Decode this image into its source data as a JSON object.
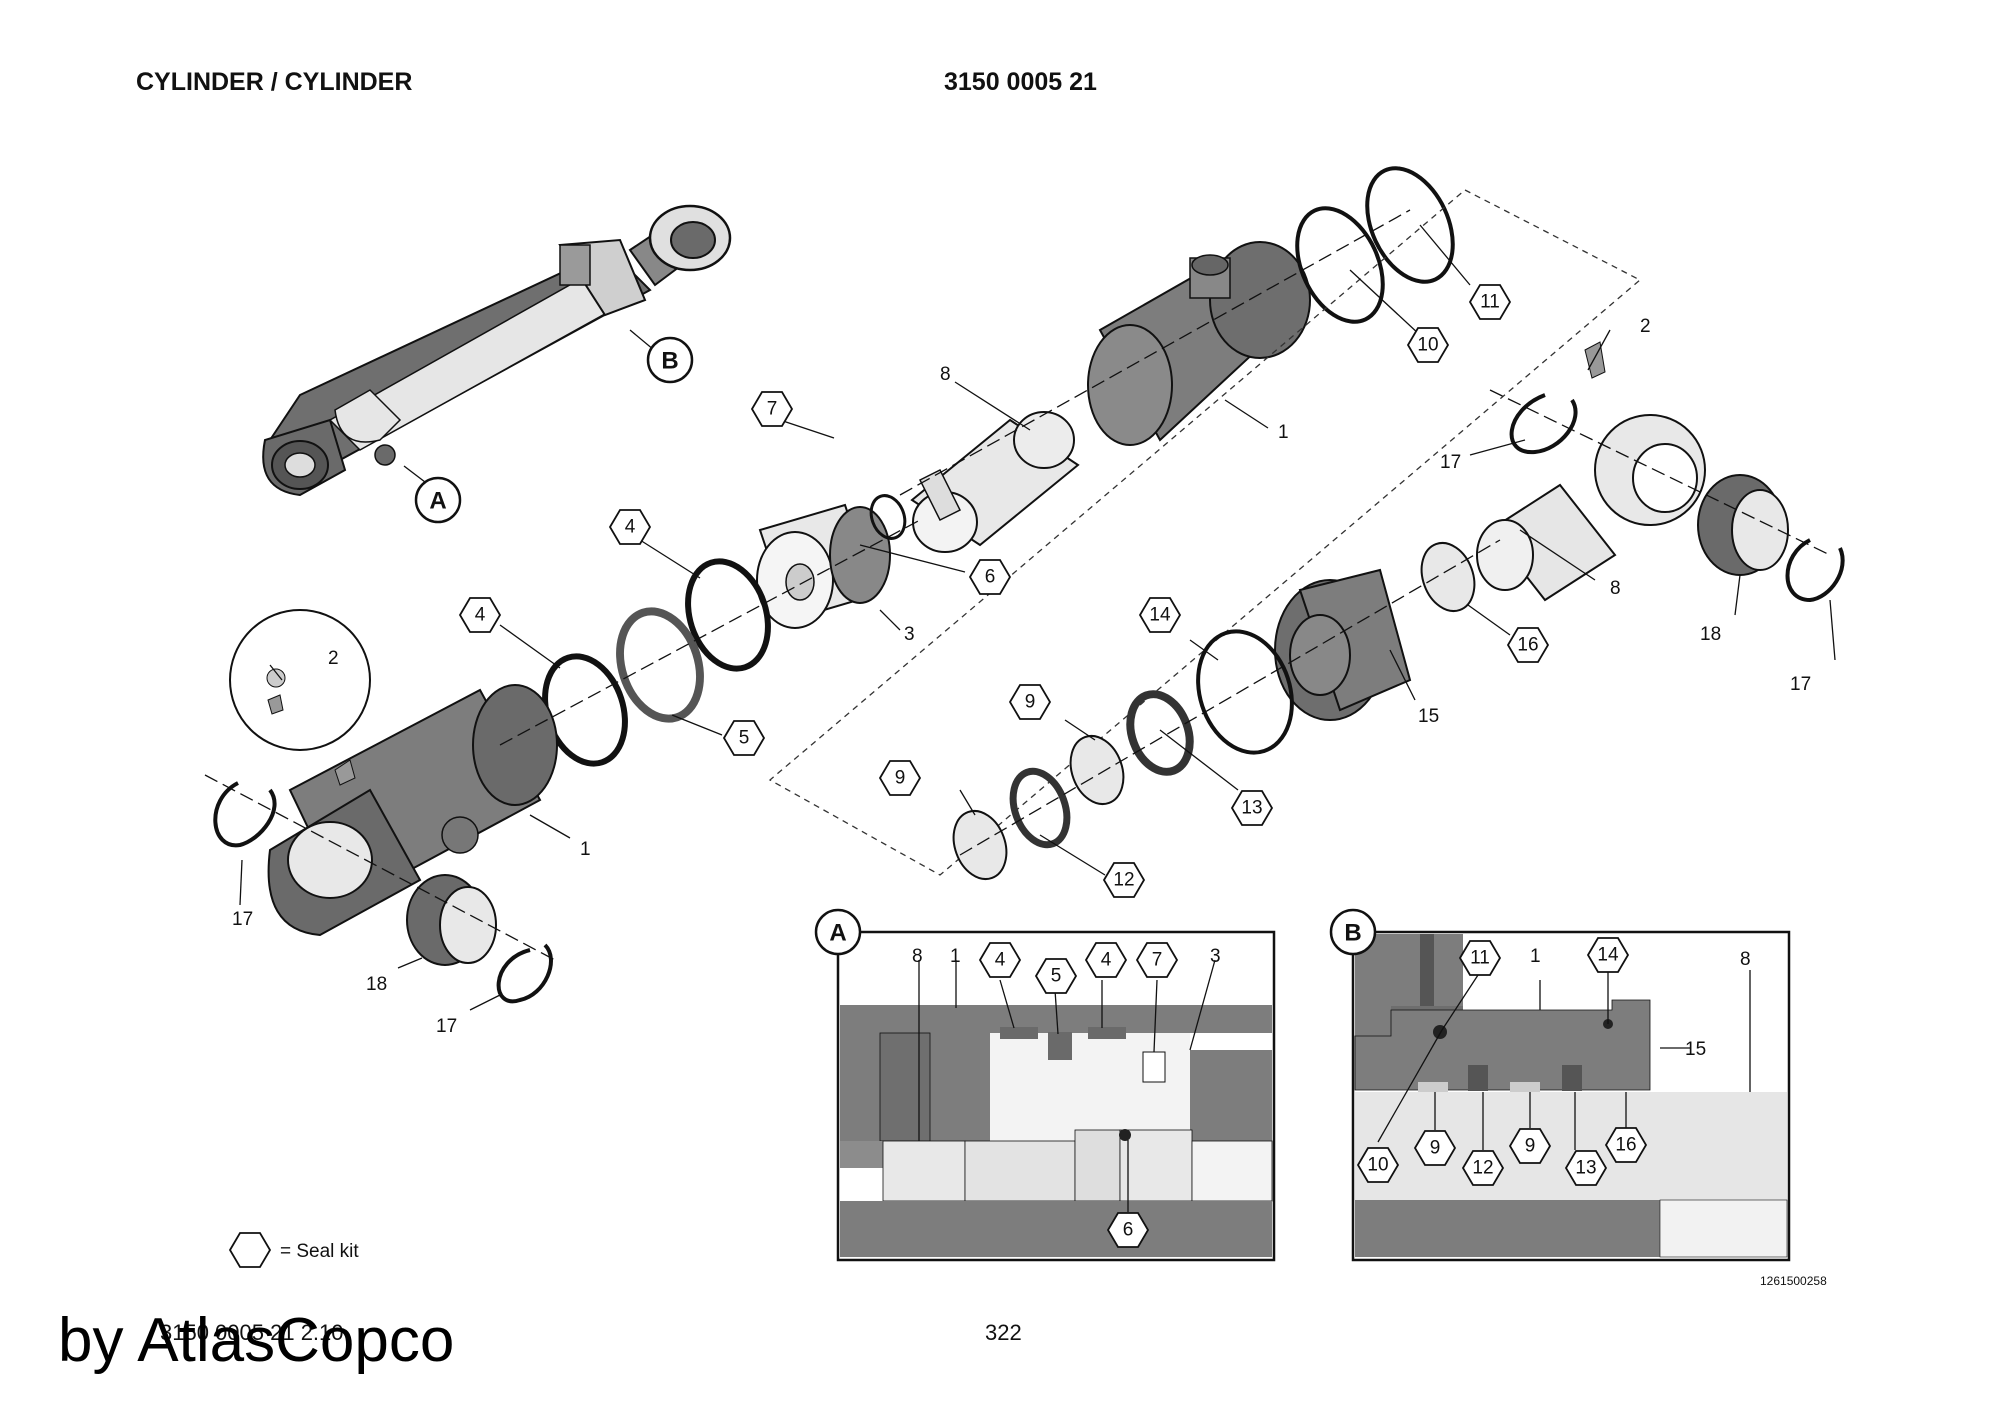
{
  "header": {
    "title": "CYLINDER / CYLINDER",
    "part_number": "3150 0005 21"
  },
  "callouts": {
    "c1a": "1",
    "c1b": "1",
    "c2a": "2",
    "c2b": "2",
    "c3": "3",
    "c8a": "8",
    "c8b": "8",
    "c15": "15",
    "c17a": "17",
    "c17b": "17",
    "c17c": "17",
    "c17d": "17",
    "c18a": "18",
    "c18b": "18"
  },
  "hex_labels": {
    "h4a": "4",
    "h4b": "4",
    "h5": "5",
    "h6": "6",
    "h7": "7",
    "h9a": "9",
    "h9b": "9",
    "h10": "10",
    "h11": "11",
    "h12": "12",
    "h13": "13",
    "h14": "14",
    "h16": "16"
  },
  "detail_refs": {
    "a": "A",
    "b": "B"
  },
  "detail_a": {
    "label": "A",
    "callouts": {
      "l8": "8",
      "l1": "1",
      "l3": "3"
    },
    "hex": {
      "h4a": "4",
      "h5": "5",
      "h4b": "4",
      "h7": "7",
      "h6": "6"
    }
  },
  "detail_b": {
    "label": "B",
    "callouts": {
      "l1": "1",
      "l8": "8",
      "l15": "15"
    },
    "hex": {
      "h11": "11",
      "h14": "14",
      "h10": "10",
      "h9a": "9",
      "h12": "12",
      "h9b": "9",
      "h13": "13",
      "h16": "16"
    }
  },
  "legend": {
    "text": "= Seal kit"
  },
  "drawing_number": "1261500258",
  "footer": {
    "doc_ref": "3150 0005 21 2.10",
    "page": "322"
  },
  "watermark": "by AtlasCopco",
  "colors": {
    "part_gray": "#7d7d7d",
    "dark_gray": "#6a6a6a",
    "light_part": "#ececec",
    "line": "#111111"
  }
}
